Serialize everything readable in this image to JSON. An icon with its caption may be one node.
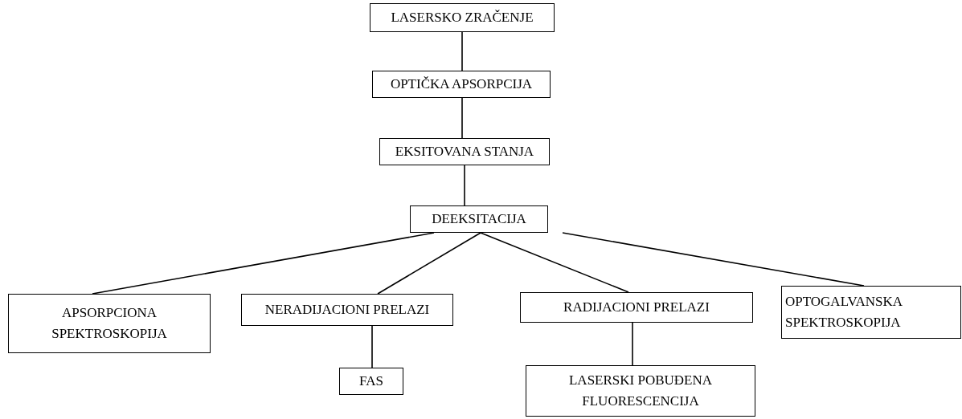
{
  "diagram": {
    "nodes": [
      {
        "text": [
          "LASERSKO ZRAČENJE"
        ]
      },
      {
        "text": [
          "OPTIČKA APSORPCIJA"
        ]
      },
      {
        "text": [
          "EKSITOVANA STANJA"
        ]
      },
      {
        "text": [
          "DEEKSITACIJA"
        ]
      },
      {
        "text": [
          "APSORPCIONA SPEKTROSKOPIJA"
        ]
      },
      {
        "text": [
          "NERADIJACIONI PRELAZI"
        ]
      },
      {
        "text": [
          "RADIJACIONI PRELAZI"
        ]
      },
      {
        "text": [
          "OPTOGALVANSKA SPEKTROSKOPIJA"
        ]
      },
      {
        "text": [
          "FAS"
        ]
      },
      {
        "text": [
          "LASERSKI POBUĐENA FLUORESCENCIJA"
        ]
      }
    ],
    "edges": [
      {
        "from": 0,
        "to": 1,
        "arrow": "none"
      },
      {
        "from": 1,
        "to": 2,
        "arrow": "none"
      },
      {
        "from": 2,
        "to": 3,
        "arrow": "none"
      },
      {
        "from": 3,
        "to": 4,
        "arrow": "none"
      },
      {
        "from": 3,
        "to": 5,
        "arrow": "none"
      },
      {
        "from": 3,
        "to": 6,
        "arrow": "none"
      },
      {
        "from": 3,
        "to": 7,
        "arrow": "none"
      },
      {
        "from": 5,
        "to": 8,
        "arrow": "none"
      },
      {
        "from": 6,
        "to": 9,
        "arrow": "none"
      }
    ]
  }
}
